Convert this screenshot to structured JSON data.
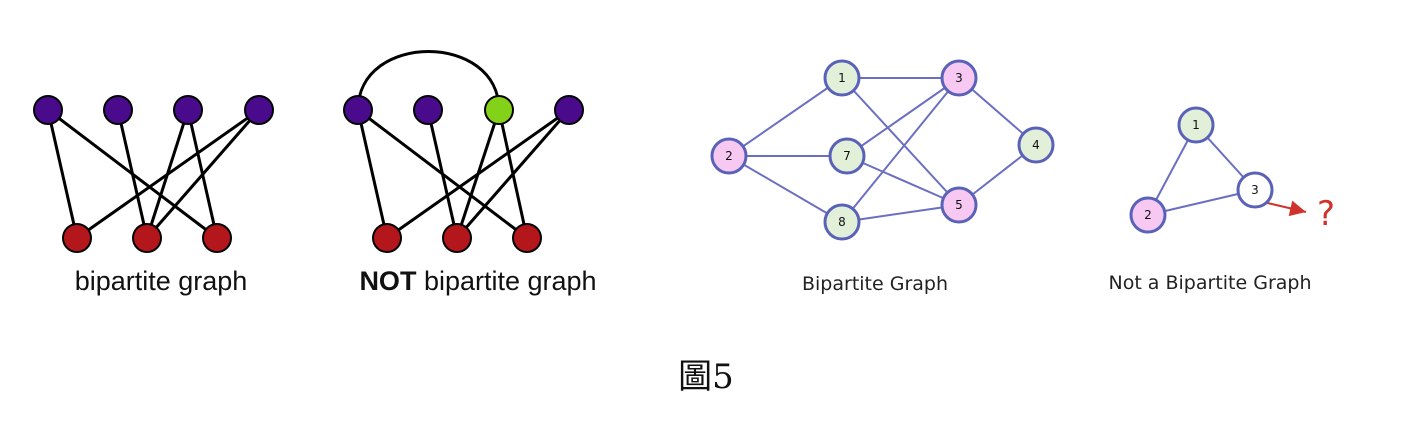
{
  "panels": [
    {
      "label": "bipartite graph",
      "nodes": [
        {
          "id": "t1",
          "color": "#4a0a8c"
        },
        {
          "id": "t2",
          "color": "#4a0a8c"
        },
        {
          "id": "t3",
          "color": "#4a0a8c"
        },
        {
          "id": "t4",
          "color": "#4a0a8c"
        },
        {
          "id": "b1",
          "color": "#b3161b"
        },
        {
          "id": "b2",
          "color": "#b3161b"
        },
        {
          "id": "b3",
          "color": "#b3161b"
        }
      ],
      "edges": [
        [
          "t1",
          "b1"
        ],
        [
          "t1",
          "b3"
        ],
        [
          "t2",
          "b2"
        ],
        [
          "t3",
          "b2"
        ],
        [
          "t3",
          "b3"
        ],
        [
          "t4",
          "b1"
        ],
        [
          "t4",
          "b2"
        ]
      ]
    },
    {
      "label_bold": "NOT",
      "label_rest": " bipartite graph",
      "nodes": [
        {
          "id": "t1",
          "color": "#4a0a8c"
        },
        {
          "id": "t2",
          "color": "#4a0a8c"
        },
        {
          "id": "t3",
          "color": "#84d11a"
        },
        {
          "id": "t4",
          "color": "#4a0a8c"
        },
        {
          "id": "b1",
          "color": "#b3161b"
        },
        {
          "id": "b2",
          "color": "#b3161b"
        },
        {
          "id": "b3",
          "color": "#b3161b"
        }
      ],
      "edges": [
        [
          "t1",
          "b1"
        ],
        [
          "t1",
          "b3"
        ],
        [
          "t2",
          "b2"
        ],
        [
          "t3",
          "b2"
        ],
        [
          "t3",
          "b3"
        ],
        [
          "t4",
          "b1"
        ],
        [
          "t4",
          "b2"
        ],
        [
          "t1",
          "t3"
        ]
      ]
    },
    {
      "label": "Bipartite Graph",
      "nodes": [
        {
          "id": "1",
          "label": "1",
          "color": "#e3f0d9"
        },
        {
          "id": "3",
          "label": "3",
          "color": "#f7c9f2"
        },
        {
          "id": "2",
          "label": "2",
          "color": "#f7c9f2"
        },
        {
          "id": "7",
          "label": "7",
          "color": "#e3f0d9"
        },
        {
          "id": "4",
          "label": "4",
          "color": "#e3f0d9"
        },
        {
          "id": "8",
          "label": "8",
          "color": "#e3f0d9"
        },
        {
          "id": "5",
          "label": "5",
          "color": "#f7c9f2"
        }
      ],
      "edges": [
        [
          "2",
          "1"
        ],
        [
          "2",
          "7"
        ],
        [
          "2",
          "8"
        ],
        [
          "1",
          "3"
        ],
        [
          "1",
          "5"
        ],
        [
          "7",
          "3"
        ],
        [
          "7",
          "5"
        ],
        [
          "8",
          "3"
        ],
        [
          "8",
          "5"
        ],
        [
          "3",
          "4"
        ],
        [
          "4",
          "5"
        ]
      ]
    },
    {
      "label": "Not a Bipartite Graph",
      "nodes": [
        {
          "id": "1",
          "label": "1",
          "color": "#e3f0d9"
        },
        {
          "id": "2",
          "label": "2",
          "color": "#f7c9f2"
        },
        {
          "id": "3",
          "label": "3",
          "color": "#ffffff"
        }
      ],
      "edges": [
        [
          "1",
          "2"
        ],
        [
          "1",
          "3"
        ],
        [
          "2",
          "3"
        ]
      ],
      "question": "?"
    }
  ],
  "colors": {
    "edge_dark": "#000000",
    "edge_blue": "#6b6fc2",
    "node_stroke_blue": "#5a62b8",
    "arrow_red": "#d0332b"
  },
  "caption": "圖5"
}
